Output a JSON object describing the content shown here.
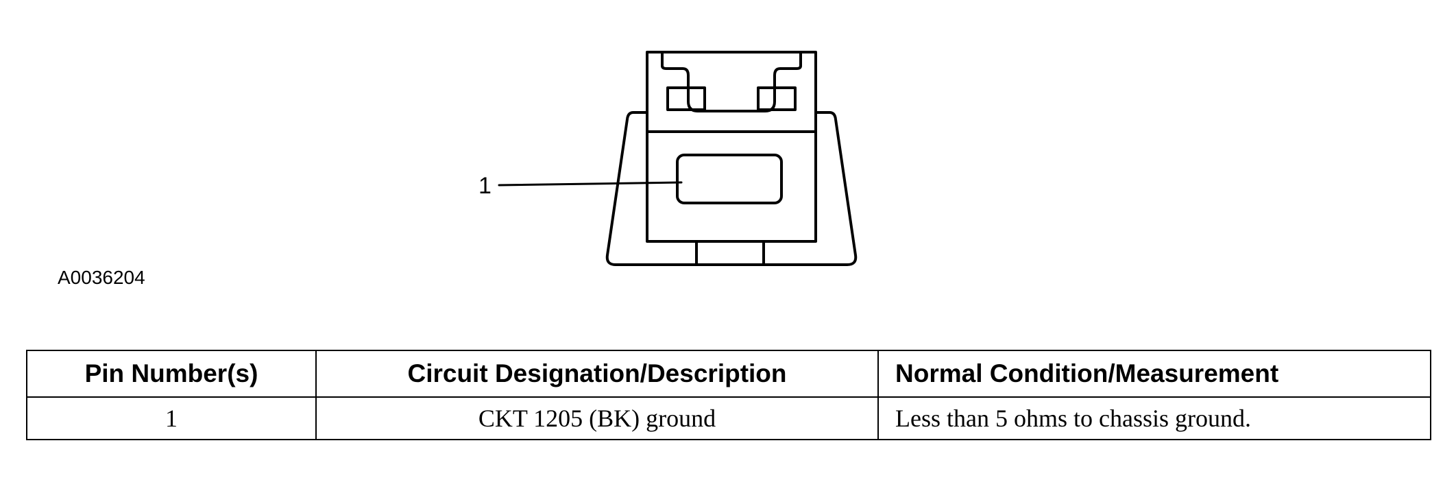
{
  "figure": {
    "callout_label": "1",
    "figure_id": "A0036204"
  },
  "table": {
    "headers": {
      "pin": "Pin Number(s)",
      "circuit": "Circuit Designation/Description",
      "measurement": "Normal Condition/Measurement"
    },
    "rows": [
      {
        "pin": "1",
        "circuit": "CKT 1205 (BK) ground",
        "measurement": "Less than 5 ohms to chassis ground."
      }
    ]
  }
}
